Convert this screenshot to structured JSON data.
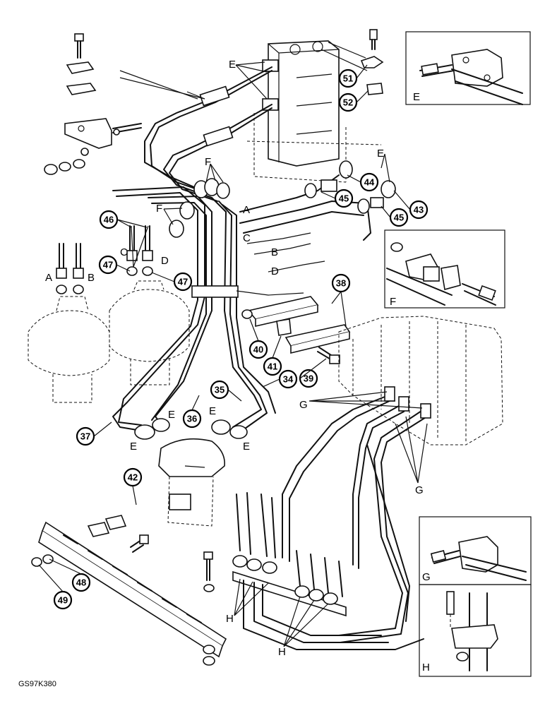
{
  "figure_code": "GS97K380",
  "callouts": [
    {
      "id": "c51",
      "text": "51"
    },
    {
      "id": "c52",
      "text": "52"
    },
    {
      "id": "c44",
      "text": "44"
    },
    {
      "id": "c45a",
      "text": "45"
    },
    {
      "id": "c43",
      "text": "43"
    },
    {
      "id": "c45b",
      "text": "45"
    },
    {
      "id": "c46",
      "text": "46"
    },
    {
      "id": "c47a",
      "text": "47"
    },
    {
      "id": "c47b",
      "text": "47"
    },
    {
      "id": "c38",
      "text": "38"
    },
    {
      "id": "c40",
      "text": "40"
    },
    {
      "id": "c41",
      "text": "41"
    },
    {
      "id": "c39",
      "text": "39"
    },
    {
      "id": "c35",
      "text": "35"
    },
    {
      "id": "c34",
      "text": "34"
    },
    {
      "id": "c36",
      "text": "36"
    },
    {
      "id": "c37",
      "text": "37"
    },
    {
      "id": "c42",
      "text": "42"
    },
    {
      "id": "c48",
      "text": "48"
    },
    {
      "id": "c49",
      "text": "49"
    }
  ],
  "letters": {
    "E": "E",
    "F": "F",
    "G": "G",
    "H": "H",
    "A": "A",
    "B": "B",
    "C": "C",
    "D": "D"
  },
  "insets": {
    "inset_e": "E",
    "inset_f": "F",
    "inset_g": "G",
    "inset_h": "H"
  }
}
